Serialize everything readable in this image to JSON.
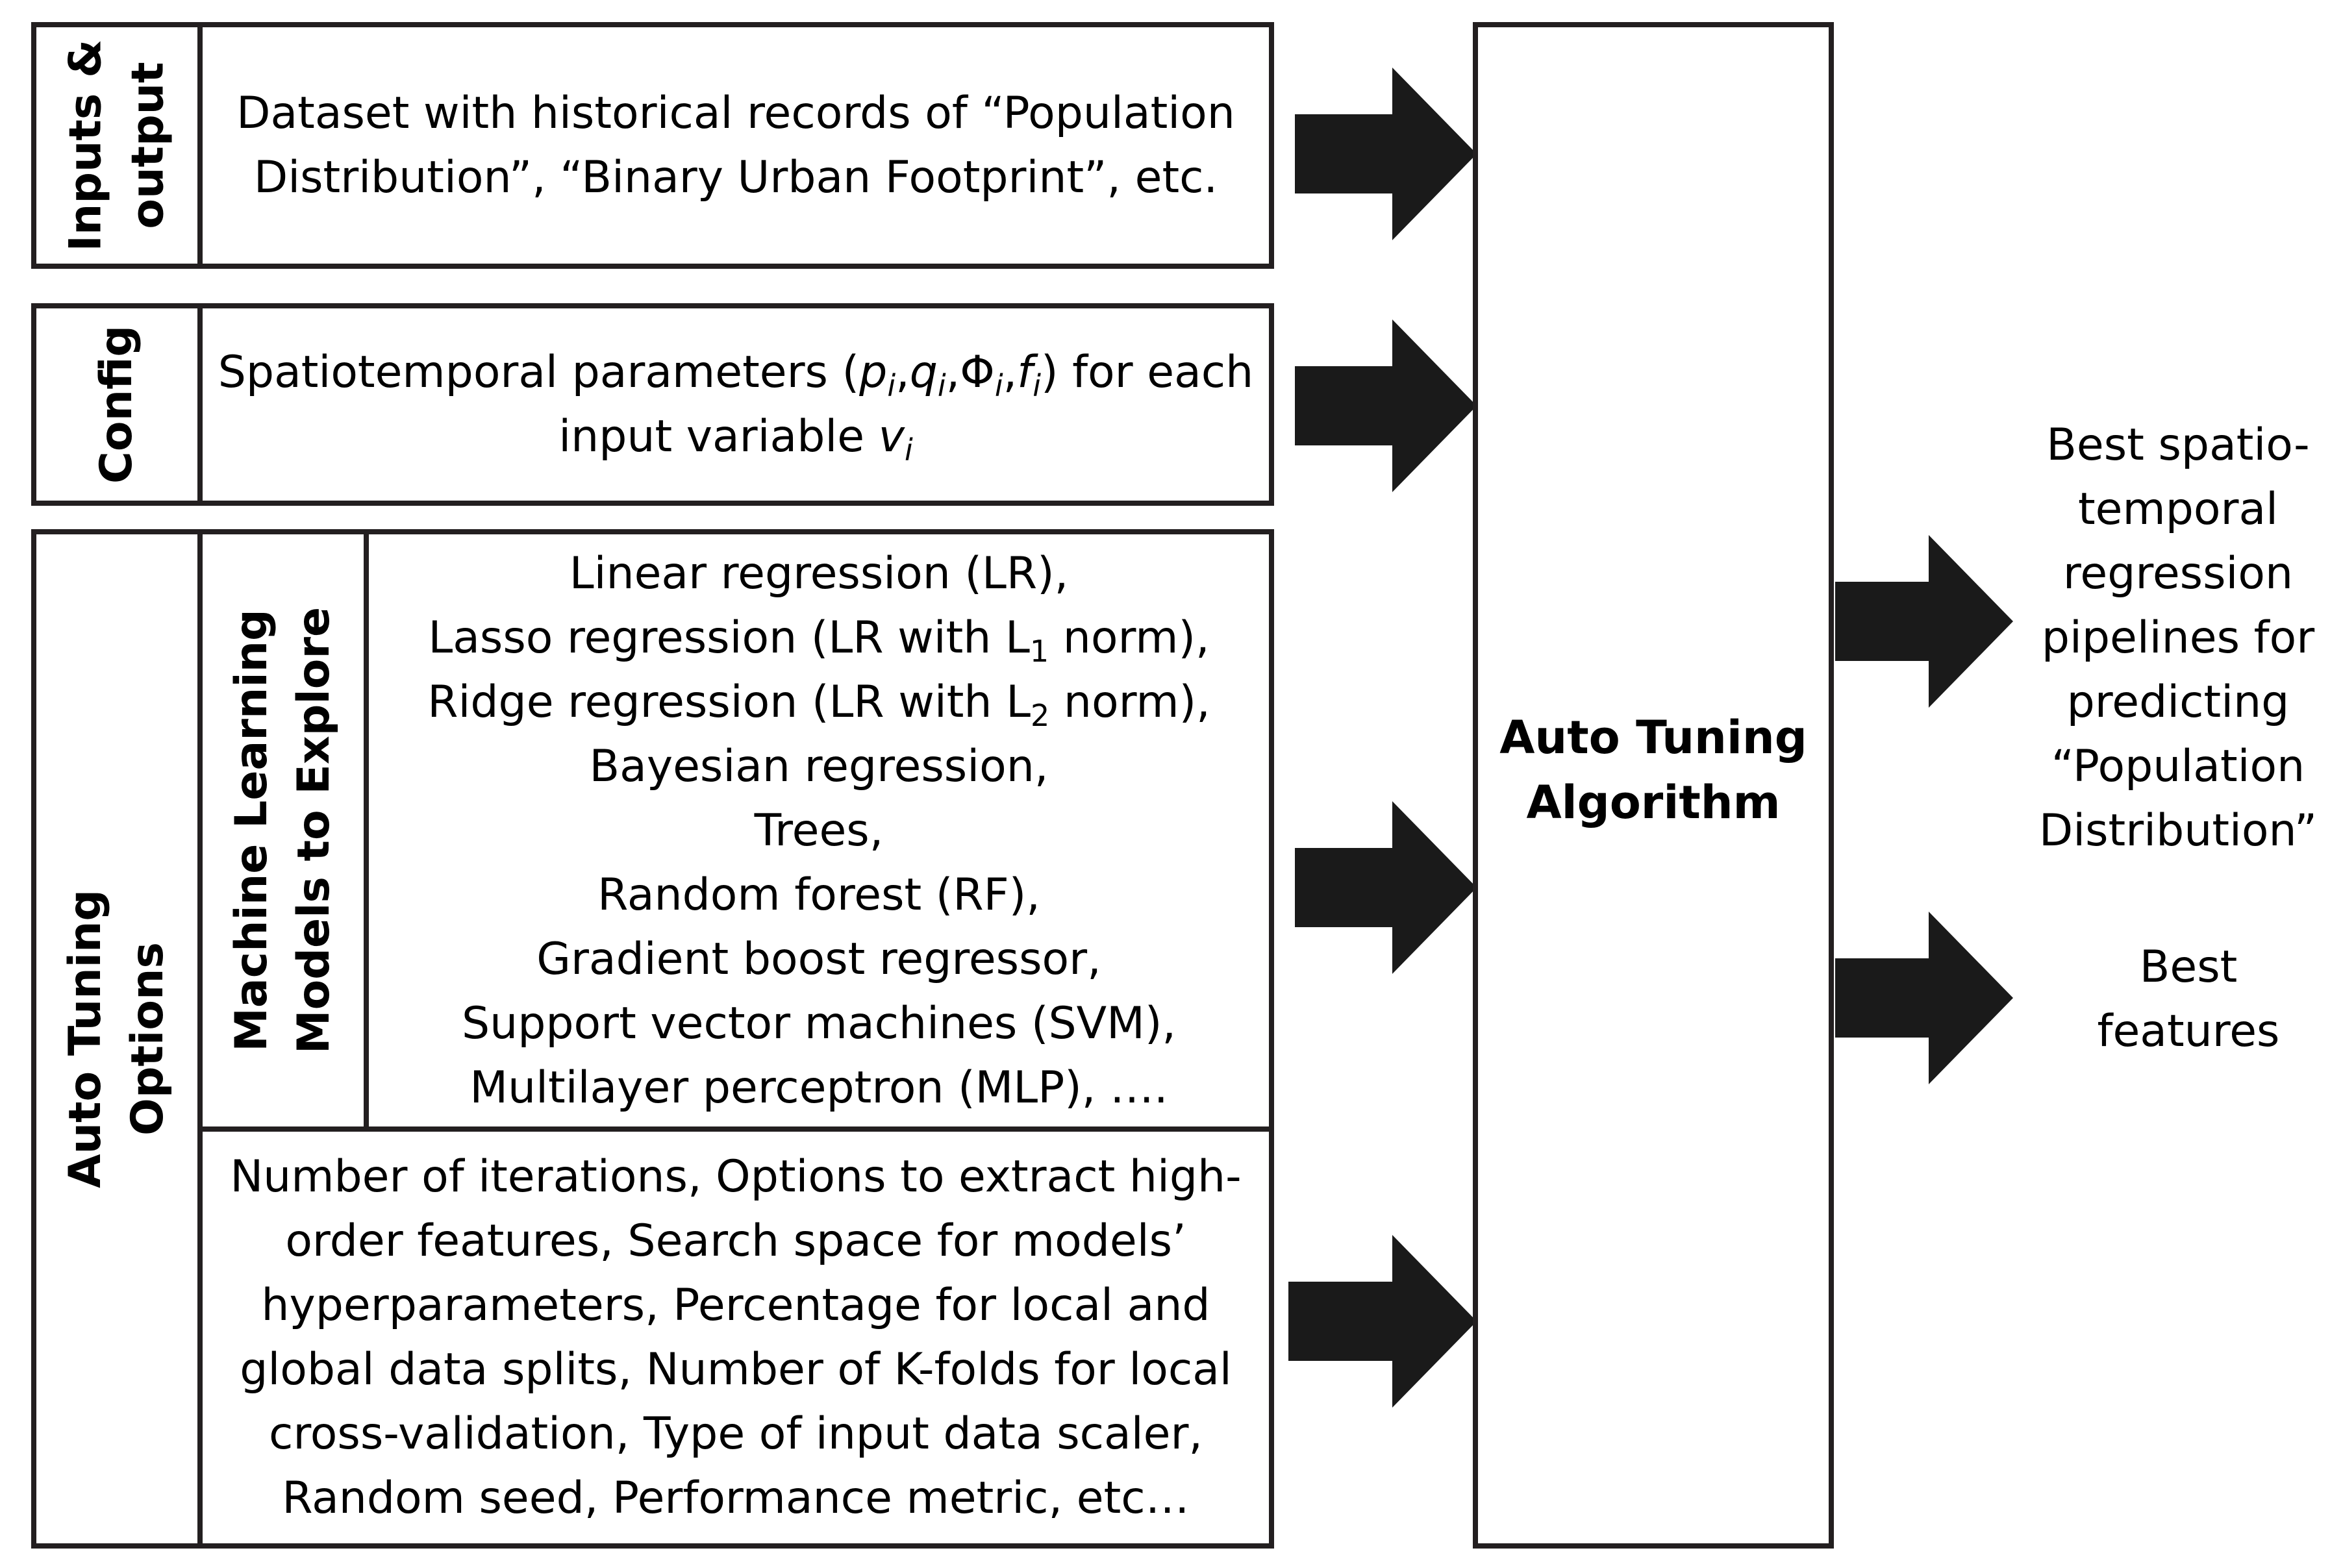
{
  "inputs_output": {
    "label_lines": [
      "Inputs &",
      "output"
    ],
    "description_lines": [
      "Dataset with historical records of “Population",
      "Distribution”, “Binary Urban Footprint”, etc."
    ]
  },
  "config": {
    "label": "Config",
    "line1": {
      "prefix": "Spatiotemporal parameters (",
      "p": "p",
      "q": "q",
      "phi": "Φ",
      "f": "f",
      "sub_i": "i",
      "comma": ",",
      "suffix": ") for each"
    },
    "line2": {
      "prefix": "input variable ",
      "v": "v",
      "sub_i": "i"
    }
  },
  "auto_tuning_options": {
    "label_lines": [
      "Auto Tuning",
      "Options"
    ],
    "ml_models": {
      "label_lines": [
        "Machine Learning",
        "Models to Explore"
      ],
      "items": [
        {
          "text": "Linear regression (LR),"
        },
        {
          "before": "Lasso regression (LR with L",
          "sub": "1",
          "after": " norm),"
        },
        {
          "before": "Ridge regression (LR with L",
          "sub": "2",
          "after": " norm),"
        },
        {
          "text": "Bayesian regression,"
        },
        {
          "text": "Trees,"
        },
        {
          "text": "Random forest (RF),"
        },
        {
          "text": "Gradient boost regressor,"
        },
        {
          "text": "Support vector machines (SVM),"
        },
        {
          "text": "Multilayer perceptron (MLP), …."
        }
      ]
    },
    "other_options_lines": [
      "Number of iterations, Options to extract high-",
      "order features, Search space for models’",
      "hyperparameters, Percentage for local and",
      "global data splits, Number of K-folds for local",
      "cross-validation, Type of input data scaler,",
      "Random seed, Performance metric, etc…"
    ]
  },
  "algorithm": {
    "title_lines": [
      "Auto Tuning",
      "Algorithm"
    ]
  },
  "outputs": {
    "pipelines_lines": [
      "Best spatio-",
      "temporal",
      "regression",
      "pipelines for",
      "predicting",
      "“Population",
      "Distribution”"
    ],
    "features_lines": [
      "Best",
      "features"
    ]
  },
  "colors": {
    "border": "#231f20",
    "arrow": "#1a1a1a"
  }
}
